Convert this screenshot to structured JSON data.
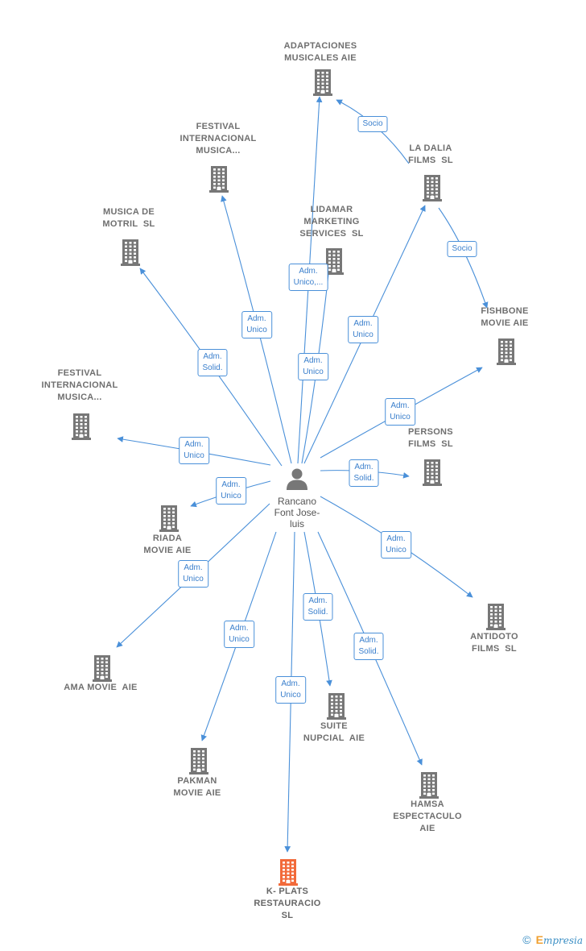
{
  "center": {
    "name": "Rancano\nFont Jose-\nluis",
    "icon": "person-icon"
  },
  "companies": [
    {
      "id": "adaptaciones",
      "label": "ADAPTACIONES\nMUSICALES AIE",
      "highlight": false
    },
    {
      "id": "festival1",
      "label": "FESTIVAL\nINTERNACIONAL\nMUSICA...",
      "highlight": false
    },
    {
      "id": "musica-motril",
      "label": "MUSICA DE\nMOTRIL  SL",
      "highlight": false
    },
    {
      "id": "lidamar",
      "label": "LIDAMAR\nMARKETING\nSERVICES  SL",
      "highlight": false
    },
    {
      "id": "la-dalia",
      "label": "LA DALIA\nFILMS  SL",
      "highlight": false
    },
    {
      "id": "fishbone",
      "label": "FISHBONE\nMOVIE AIE",
      "highlight": false
    },
    {
      "id": "festival2",
      "label": "FESTIVAL\nINTERNACIONAL\nMUSICA...",
      "highlight": false
    },
    {
      "id": "persons",
      "label": "PERSONS\nFILMS  SL",
      "highlight": false
    },
    {
      "id": "riada",
      "label": "RIADA\nMOVIE AIE",
      "highlight": false
    },
    {
      "id": "antidoto",
      "label": "ANTIDOTO\nFILMS  SL",
      "highlight": false
    },
    {
      "id": "ama",
      "label": "AMA MOVIE  AIE",
      "highlight": false
    },
    {
      "id": "suite",
      "label": "SUITE\nNUPCIAL  AIE",
      "highlight": false
    },
    {
      "id": "pakman",
      "label": "PAKMAN\nMOVIE AIE",
      "highlight": false
    },
    {
      "id": "hamsa",
      "label": "HAMSA\nESPECTACULO\nAIE",
      "highlight": false
    },
    {
      "id": "kplats",
      "label": "K- PLATS\nRESTAURACIO\nSL",
      "highlight": true
    }
  ],
  "relations": [
    {
      "id": "r-adaptaciones",
      "label": "Adm.\nUnico,..."
    },
    {
      "id": "r-festival1",
      "label": "Adm.\nUnico"
    },
    {
      "id": "r-musica",
      "label": "Adm.\nSolid."
    },
    {
      "id": "r-lidamar",
      "label": "Adm.\nUnico"
    },
    {
      "id": "r-ladalia",
      "label": "Adm.\nUnico"
    },
    {
      "id": "r-fishbone",
      "label": "Adm.\nUnico"
    },
    {
      "id": "r-festival2",
      "label": "Adm.\nUnico"
    },
    {
      "id": "r-persons",
      "label": "Adm.\nSolid."
    },
    {
      "id": "r-riada",
      "label": "Adm.\nUnico"
    },
    {
      "id": "r-antidoto",
      "label": "Adm.\nUnico"
    },
    {
      "id": "r-ama",
      "label": "Adm.\nUnico"
    },
    {
      "id": "r-suite",
      "label": "Adm.\nSolid."
    },
    {
      "id": "r-pakman",
      "label": "Adm.\nUnico"
    },
    {
      "id": "r-hamsa",
      "label": "Adm.\nSolid."
    },
    {
      "id": "r-kplats",
      "label": "Adm.\nUnico"
    },
    {
      "id": "r-dalia-adapt",
      "label": "Socio"
    },
    {
      "id": "r-dalia-fish",
      "label": "Socio"
    }
  ],
  "colors": {
    "edge": "#4a90d9",
    "building": "#777777",
    "building_highlight": "#f26a3a",
    "person": "#777777"
  },
  "footer": {
    "copyright": "©",
    "brand_initial": "E",
    "brand_rest": "mpresia"
  }
}
